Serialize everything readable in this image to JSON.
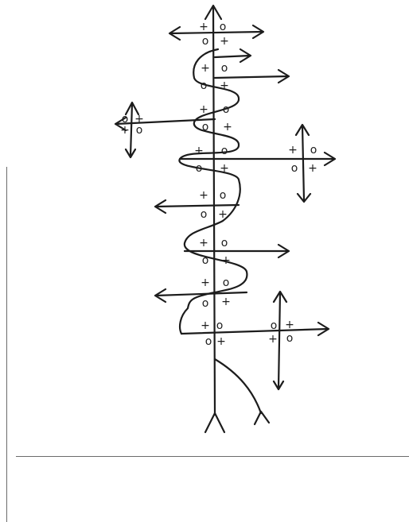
{
  "sheet": {
    "ink_color": "#1c1c1c",
    "paper_color": "#ffffff",
    "edge_line_color": "#6b6b6b"
  },
  "diagram": {
    "spine": {
      "arrow_up": true,
      "forked_base": true
    },
    "sinusoid": {
      "forked_tail": true
    },
    "sign_pairs": [
      {
        "upper": [
          "+",
          "o"
        ],
        "lower": [
          "o",
          "+"
        ]
      },
      {
        "upper": [
          "+",
          "o"
        ],
        "lower": [
          "o",
          "+"
        ]
      },
      {
        "upper": [
          "+",
          "o"
        ],
        "lower": [
          "o",
          "+"
        ]
      },
      {
        "upper": [
          "+",
          "o"
        ],
        "lower": [
          "o",
          "+"
        ]
      },
      {
        "upper": [
          "+",
          "o"
        ],
        "lower": [
          "o",
          "+"
        ]
      },
      {
        "upper": [
          "+",
          "o"
        ],
        "lower": [
          "o",
          "+"
        ]
      },
      {
        "upper": [
          "+",
          "o"
        ],
        "lower": [
          "o",
          "+"
        ]
      },
      {
        "upper": [
          "+",
          "o"
        ],
        "lower": [
          "o",
          "+"
        ]
      }
    ],
    "side_crosses": [
      {
        "side": "left",
        "upper": [
          "o",
          "+"
        ],
        "lower": [
          "+",
          "o"
        ]
      },
      {
        "side": "right",
        "upper": [
          "+",
          "o"
        ],
        "lower": [
          "o",
          "+"
        ]
      },
      {
        "side": "right",
        "upper": [
          "o",
          "+"
        ],
        "lower": [
          "+",
          "o"
        ]
      }
    ]
  }
}
